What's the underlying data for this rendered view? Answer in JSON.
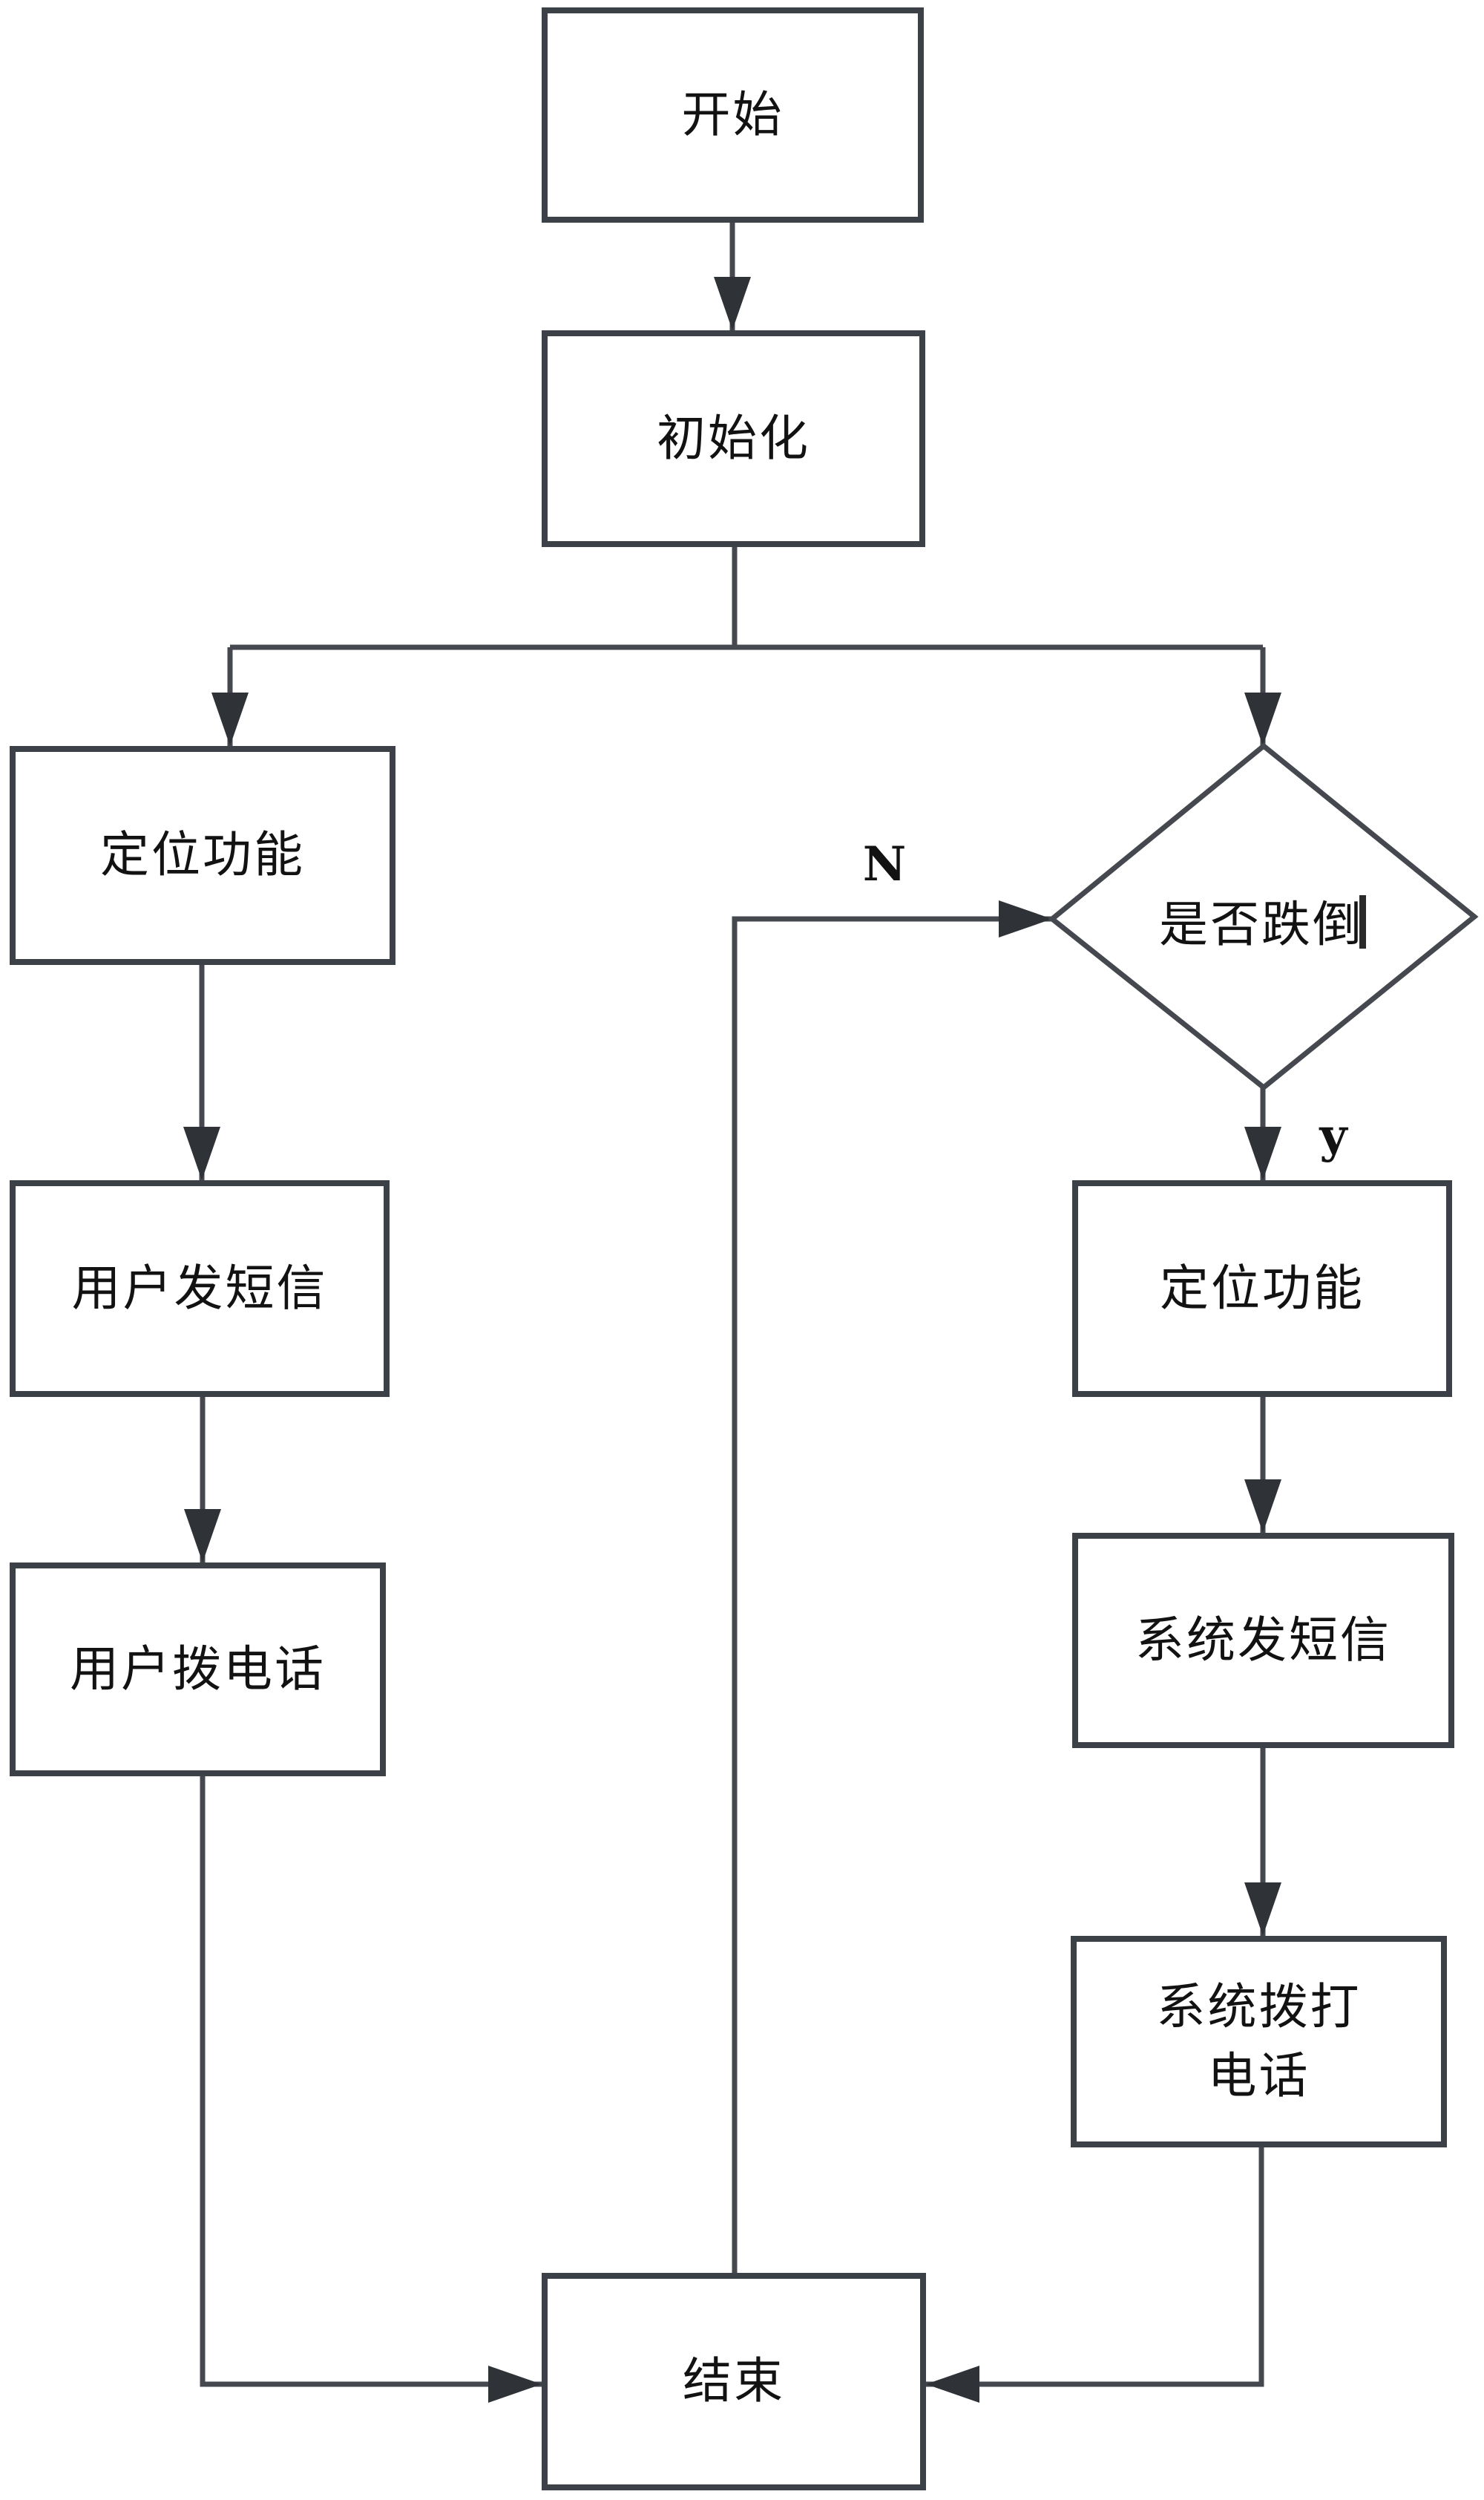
{
  "colors": {
    "background": "#ffffff",
    "line": "#45494f",
    "arrow": "#2f3338",
    "box_border": "#3c4148",
    "text": "#121212"
  },
  "flowchart": {
    "nodes": {
      "start": {
        "label": "开始"
      },
      "init": {
        "label": "初始化"
      },
      "locate_left": {
        "label": "定位功能"
      },
      "user_sms": {
        "label": "用户发短信"
      },
      "user_call": {
        "label": "用户拨电话"
      },
      "fall_check": {
        "label": "是否跌倒"
      },
      "locate_right": {
        "label": "定位功能"
      },
      "system_sms": {
        "label": "系统发短信"
      },
      "system_call": {
        "label_lines": [
          "系统拨打",
          "电话"
        ]
      },
      "end": {
        "label": "结束"
      }
    },
    "edges": {
      "no_label": "N",
      "yes_label": "y"
    }
  }
}
